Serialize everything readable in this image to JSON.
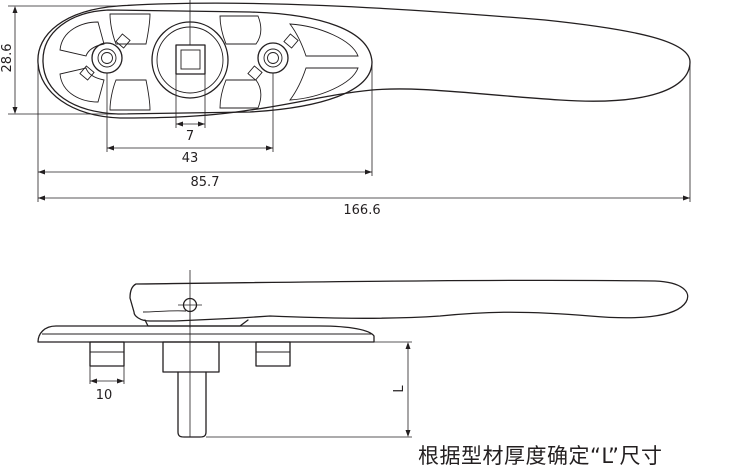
{
  "dimensions": {
    "height": "28.6",
    "square_drive": "7",
    "screw_spacing": "43",
    "base_length": "85.7",
    "total_length": "166.6",
    "screw_width": "10",
    "length_variable": "L"
  },
  "note": "根据型材厚度确定“L”尺寸"
}
